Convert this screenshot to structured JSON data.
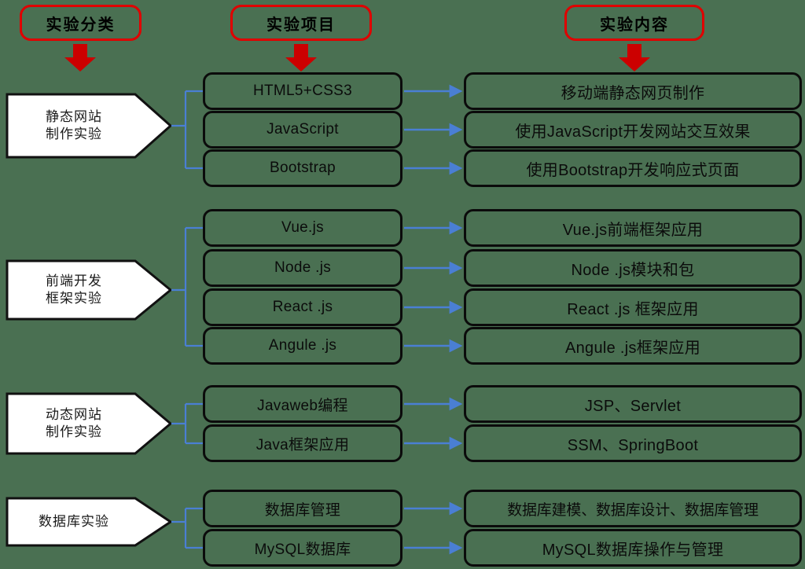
{
  "page": {
    "background_color": "#4a7052",
    "accent_red": "#e00000",
    "connector_blue": "#4a7fd4",
    "node_border": "#0b0b0b",
    "chevron_fill": "#ffffff"
  },
  "headers": [
    {
      "label": "实验分类",
      "icon": "down-arrow-icon"
    },
    {
      "label": "实验项目",
      "icon": "down-arrow-icon"
    },
    {
      "label": "实验内容",
      "icon": "down-arrow-icon"
    }
  ],
  "groups": [
    {
      "category": "静态网站\n制作实验",
      "items": [
        {
          "project": "HTML5+CSS3",
          "content": "移动端静态网页制作"
        },
        {
          "project": "JavaScript",
          "content": "使用JavaScript开发网站交互效果"
        },
        {
          "project": "Bootstrap",
          "content": "使用Bootstrap开发响应式页面"
        }
      ]
    },
    {
      "category": "前端开发\n框架实验",
      "items": [
        {
          "project": "Vue.js",
          "content": "Vue.js前端框架应用"
        },
        {
          "project": "Node .js",
          "content": "Node .js模块和包"
        },
        {
          "project": "React .js",
          "content": "React .js 框架应用"
        },
        {
          "project": "Angule .js",
          "content": "Angule .js框架应用"
        }
      ]
    },
    {
      "category": "动态网站\n制作实验",
      "items": [
        {
          "project": "Javaweb编程",
          "content": "JSP、Servlet"
        },
        {
          "project": "Java框架应用",
          "content": "SSM、SpringBoot"
        }
      ]
    },
    {
      "category": "数据库实验",
      "items": [
        {
          "project": "数据库管理",
          "content": "数据库建模、数据库设计、数据库管理"
        },
        {
          "project": "MySQL数据库",
          "content": "MySQL数据库操作与管理"
        }
      ]
    }
  ]
}
